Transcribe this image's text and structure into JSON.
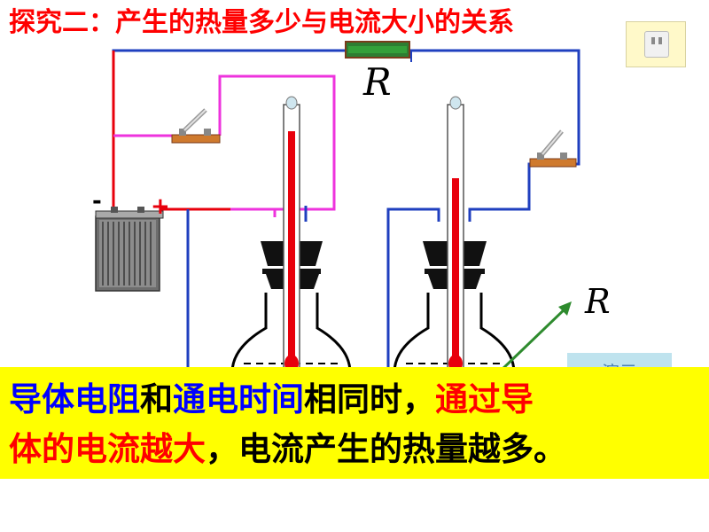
{
  "title": "探究二：产生的热量多少与电流大小的关系",
  "labels": {
    "resistor_top": "R",
    "resistor_arrow": "R",
    "battery_negative": "-",
    "battery_positive": "+"
  },
  "demo_button": "演示",
  "conclusion": {
    "line1": [
      {
        "text": "导体电阻",
        "color": "blue"
      },
      {
        "text": "和",
        "color": "black"
      },
      {
        "text": "通电时间",
        "color": "blue"
      },
      {
        "text": "相同时，",
        "color": "black"
      },
      {
        "text": "通过导",
        "color": "red"
      }
    ],
    "line2": [
      {
        "text": "体的电流越大",
        "color": "red"
      },
      {
        "text": "，电流产生的热量越多。",
        "color": "black"
      }
    ]
  },
  "thermometers": {
    "left_level": 0.9,
    "right_level": 0.72
  },
  "colors": {
    "title": "#ff0000",
    "wire_blue": "#1f3fbf",
    "wire_red": "#e8000c",
    "wire_pink": "#ee33dd",
    "banner": "#ffff00",
    "resistor": "#2e7d32"
  }
}
